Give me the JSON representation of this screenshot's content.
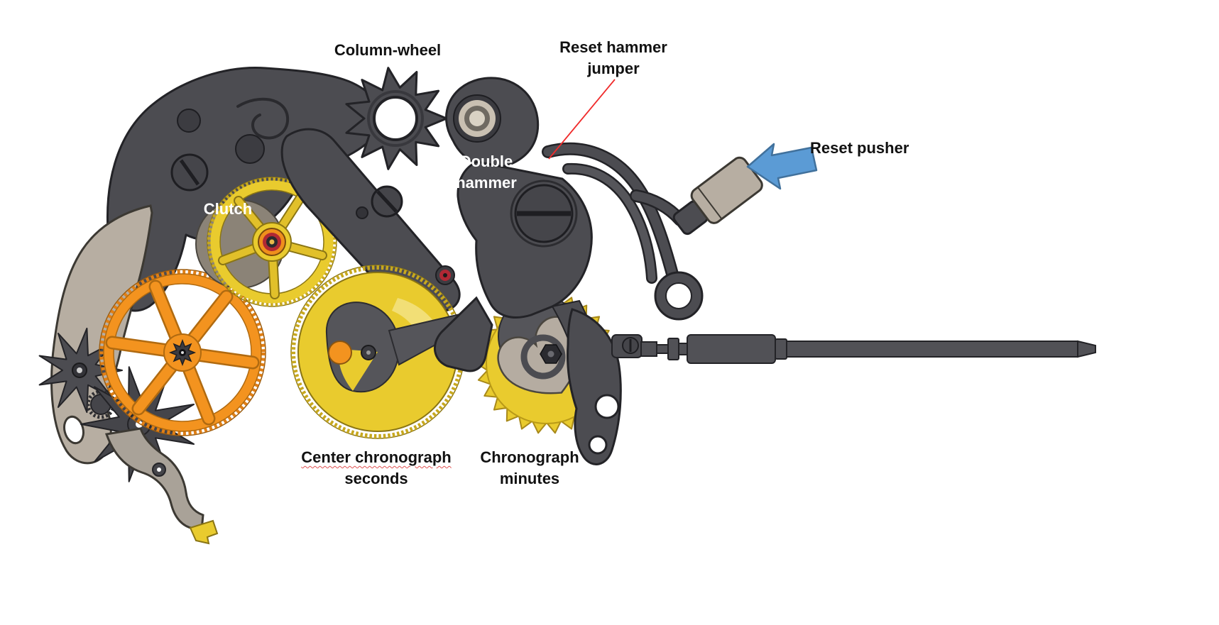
{
  "labels": {
    "column_wheel": "Column-wheel",
    "reset_hammer_jumper": [
      "Reset hammer",
      "jumper"
    ],
    "reset_pusher": "Reset pusher",
    "clutch": "Clutch",
    "double_hammer": [
      "Double",
      "hammer"
    ],
    "center_chronograph_seconds": [
      "Center chronograph",
      "seconds"
    ],
    "chronograph_minutes": [
      "Chronograph",
      "minutes"
    ]
  },
  "colors": {
    "dark_gray": "#4c4c51",
    "mid_gray_plate": "#8b8377",
    "tan": "#b7aea2",
    "yellow": "#e9cb2e",
    "orange": "#f3931f",
    "heart_cam_gray": "#b5aca1",
    "arrow_blue": "#5b9bd5",
    "leader_red": "#f02b2b",
    "background": "#ffffff"
  },
  "parts": [
    "chronograph-bridge",
    "operating-lever",
    "column-wheel",
    "jewel-bearing",
    "clutch-wheel",
    "coupling-lever",
    "orange-driving-wheel",
    "ratchet-star-wheel",
    "minute-star-sprocket",
    "flyback-lever",
    "center-seconds-wheel",
    "seconds-cam",
    "minutes-wheel",
    "minutes-heart-cam",
    "double-hammer",
    "reset-hammer-jumper",
    "reset-pusher",
    "winding-stem",
    "reset-pusher-arrow",
    "jumper-leader-line"
  ]
}
